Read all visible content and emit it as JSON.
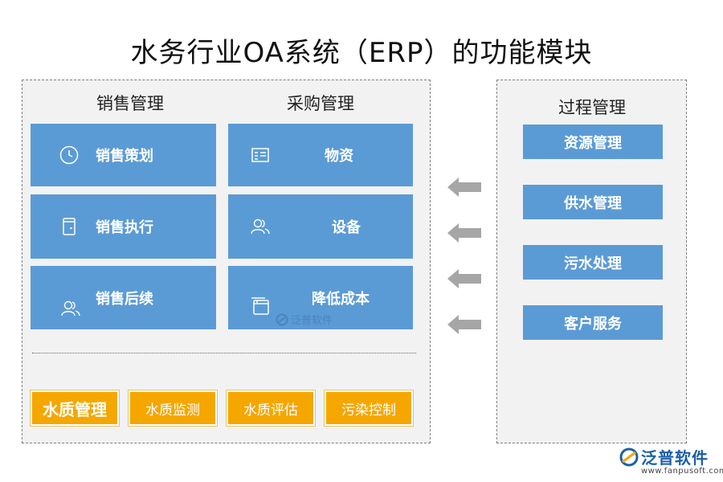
{
  "title": "水务行业OA系统（ERP）的功能模块",
  "sales": {
    "heading": "销售管理",
    "items": [
      {
        "label": "销售策划",
        "icon": "clock-icon"
      },
      {
        "label": "销售执行",
        "icon": "document-icon"
      },
      {
        "label": "销售后续",
        "icon": "users-icon"
      }
    ]
  },
  "purchase": {
    "heading": "采购管理",
    "items": [
      {
        "label": "物资",
        "icon": "list-icon"
      },
      {
        "label": "设备",
        "icon": "users-icon"
      },
      {
        "label": "降低成本",
        "icon": "window-icon"
      }
    ]
  },
  "water_modules": [
    "水质管理",
    "水质监测",
    "水质评估",
    "污染控制"
  ],
  "process": {
    "heading": "过程管理",
    "items": [
      "资源管理",
      "供水管理",
      "污水处理",
      "客户服务"
    ]
  },
  "watermark": {
    "center_text": "泛普软件",
    "brand": "泛普软件",
    "url": "www.fanpusoft.com"
  },
  "colors": {
    "blue": "#5b9bd5",
    "orange": "#f5a700",
    "panel": "#f2f2f2",
    "arrow": "#a6a6a6"
  }
}
